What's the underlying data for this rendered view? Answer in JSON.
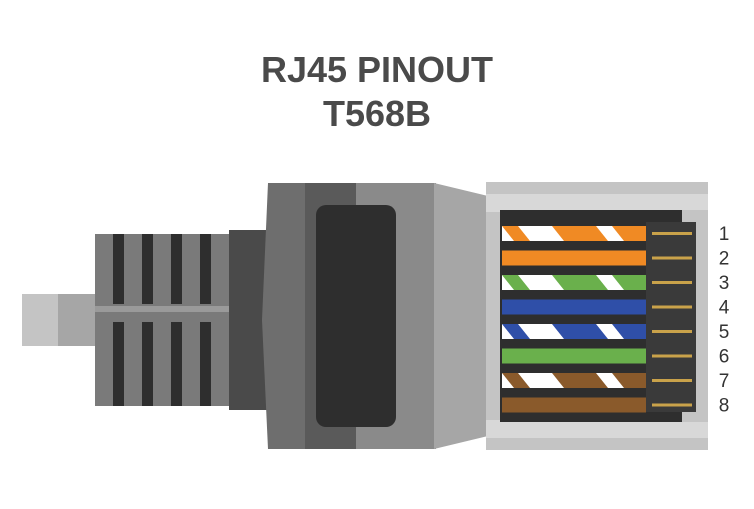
{
  "title": "RJ45 PINOUT",
  "subtitle": "T568B",
  "colors": {
    "body_dark": "#5a5a5a",
    "body_mid": "#808080",
    "body_light": "#a6a6a6",
    "body_lighter": "#c4c4c4",
    "boot_black": "#2e2e2e",
    "contact_gold": "#c9a24a",
    "orange": "#f08a24",
    "green": "#6ab04c",
    "blue": "#2f4fa8",
    "brown": "#8a5a2b",
    "white": "#ffffff"
  },
  "pins": [
    {
      "number": "1",
      "wire": "white-orange",
      "color": "#f08a24",
      "striped": true
    },
    {
      "number": "2",
      "wire": "orange",
      "color": "#f08a24",
      "striped": false
    },
    {
      "number": "3",
      "wire": "white-green",
      "color": "#6ab04c",
      "striped": true
    },
    {
      "number": "4",
      "wire": "blue",
      "color": "#2f4fa8",
      "striped": false
    },
    {
      "number": "5",
      "wire": "white-blue",
      "color": "#2f4fa8",
      "striped": true
    },
    {
      "number": "6",
      "wire": "green",
      "color": "#6ab04c",
      "striped": false
    },
    {
      "number": "7",
      "wire": "white-brown",
      "color": "#8a5a2b",
      "striped": true
    },
    {
      "number": "8",
      "wire": "brown",
      "color": "#8a5a2b",
      "striped": false
    }
  ]
}
